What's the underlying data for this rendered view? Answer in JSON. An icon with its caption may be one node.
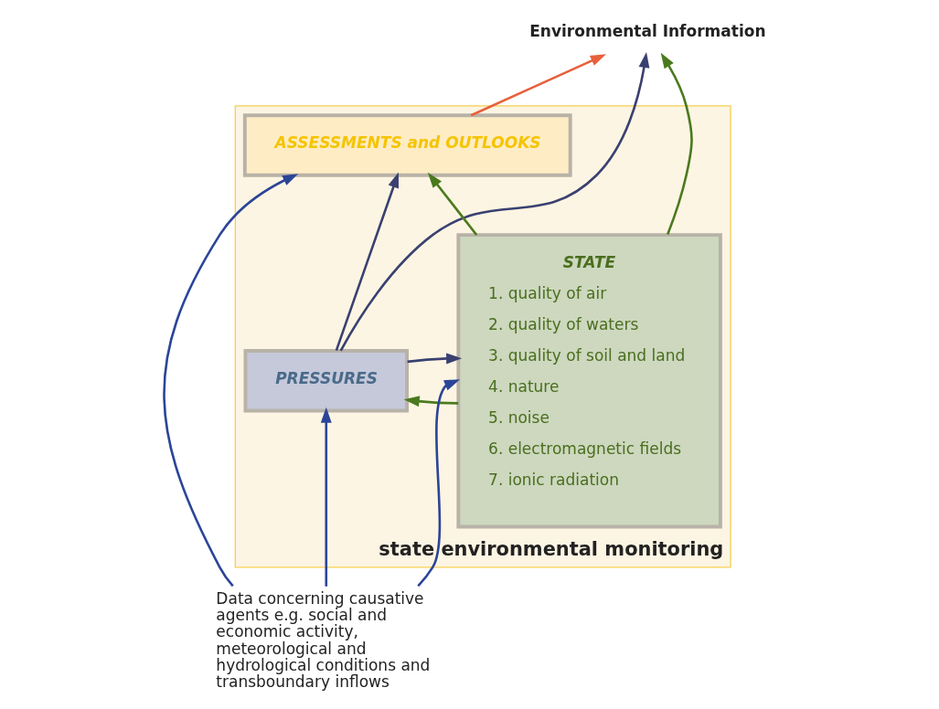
{
  "diagram": {
    "nodes": [
      {
        "text": [
          "Environmental Information"
        ]
      },
      {
        "text": [
          "state environmental monitoring"
        ]
      },
      {
        "text": [
          "ASSESSMENTS and OUTLOOKS"
        ],
        "in": 1
      },
      {
        "text": [
          "STATE",
          "1. quality of air",
          "2. quality of waters",
          "3. quality of soil and land",
          "4. nature",
          "5. noise",
          "6. electromagnetic fields",
          "7. ionic radiation"
        ],
        "in": 1
      },
      {
        "text": [
          "PRESSURES"
        ],
        "in": 1
      },
      {
        "text": [
          "Data concerning causative agents e.g. social and economic activity, meteorological and hydrological conditions and transboundary inflows"
        ]
      }
    ],
    "edges": [
      {
        "from": 5,
        "to": 3,
        "arrow": "to",
        "color": "#2b4598"
      },
      {
        "from": 5,
        "to": 4,
        "arrow": "to",
        "color": "#2b4598"
      },
      {
        "from": 5,
        "to": 2,
        "arrow": "to",
        "color": "#2b4598"
      },
      {
        "from": 4,
        "to": 2,
        "arrow": "to",
        "color": "#3a4170"
      },
      {
        "from": 4,
        "to": 0,
        "arrow": "to",
        "color": "#3a4170"
      },
      {
        "from": 4,
        "to": 3,
        "arrow": "to",
        "color": "#3a4170"
      },
      {
        "from": 3,
        "to": 4,
        "arrow": "to",
        "color": "#4a7a1e"
      },
      {
        "from": 3,
        "to": 2,
        "arrow": "to",
        "color": "#4a7a1e"
      },
      {
        "from": 3,
        "to": 0,
        "arrow": "to",
        "color": "#4a7a1e"
      },
      {
        "from": 2,
        "to": 0,
        "arrow": "to",
        "color": "#e8603c"
      }
    ]
  }
}
